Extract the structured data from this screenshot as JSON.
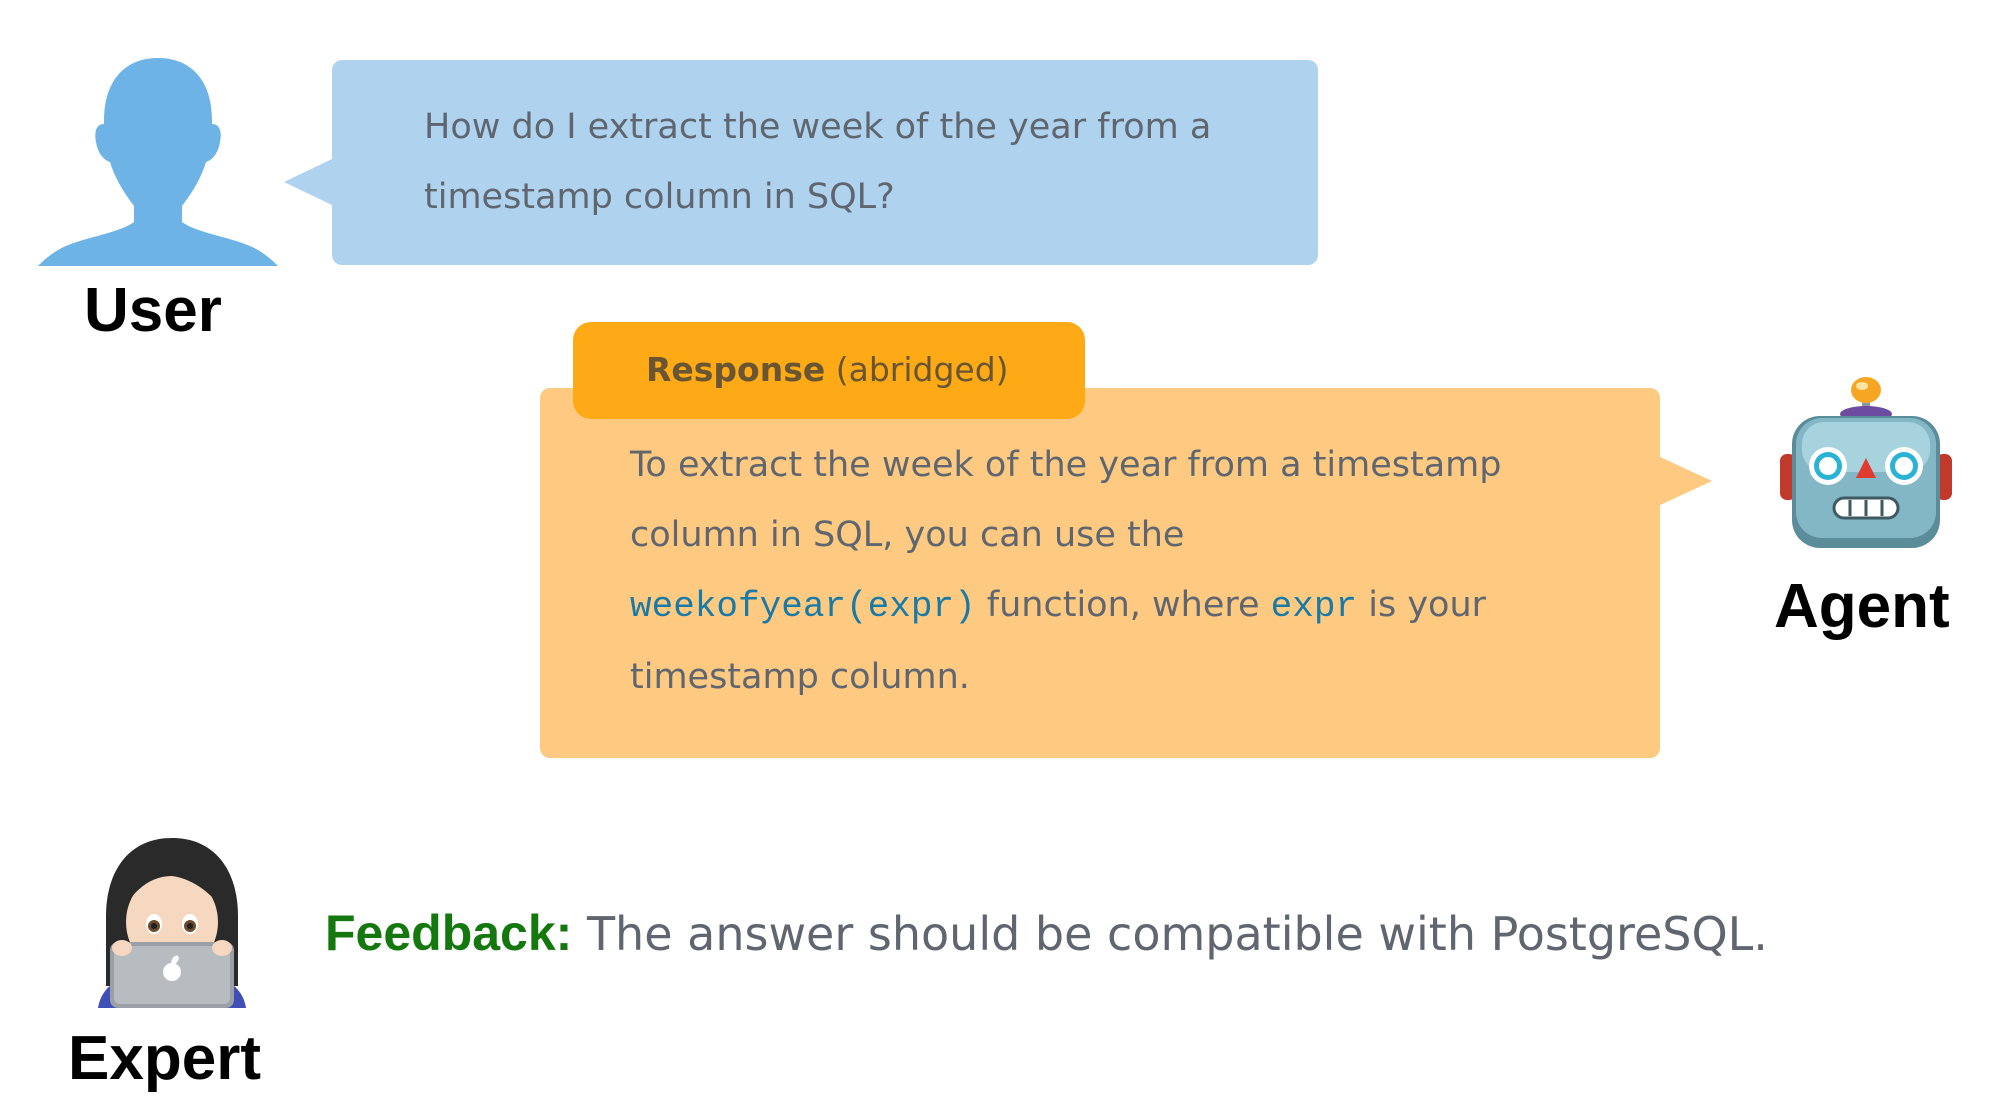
{
  "user": {
    "label": "User",
    "message": "How do I extract the week of the year from a timestamp column in SQL?"
  },
  "agent": {
    "label": "Agent",
    "response_tab": {
      "title": "Response",
      "note": "(abridged)"
    },
    "response": {
      "part1": "To extract the week of the year from a timestamp column in SQL, you can use the",
      "code1": "weekofyear(expr)",
      "part2": "function, where",
      "code2": "expr",
      "part3": "is your timestamp column."
    }
  },
  "expert": {
    "label": "Expert",
    "feedback_label": "Feedback:",
    "feedback_text": "The answer should be compatible with PostgreSQL."
  },
  "colors": {
    "user_bubble": "#afd3ef",
    "user_icon": "#6db3e6",
    "response_bubble": "#fec980",
    "response_tab": "#fdaa16",
    "code_text": "#1a7aa6",
    "feedback_label": "#14780f",
    "body_text": "#5f6670"
  },
  "icons": {
    "user": "user-silhouette-icon",
    "agent": "robot-icon",
    "expert": "expert-with-laptop-icon"
  }
}
